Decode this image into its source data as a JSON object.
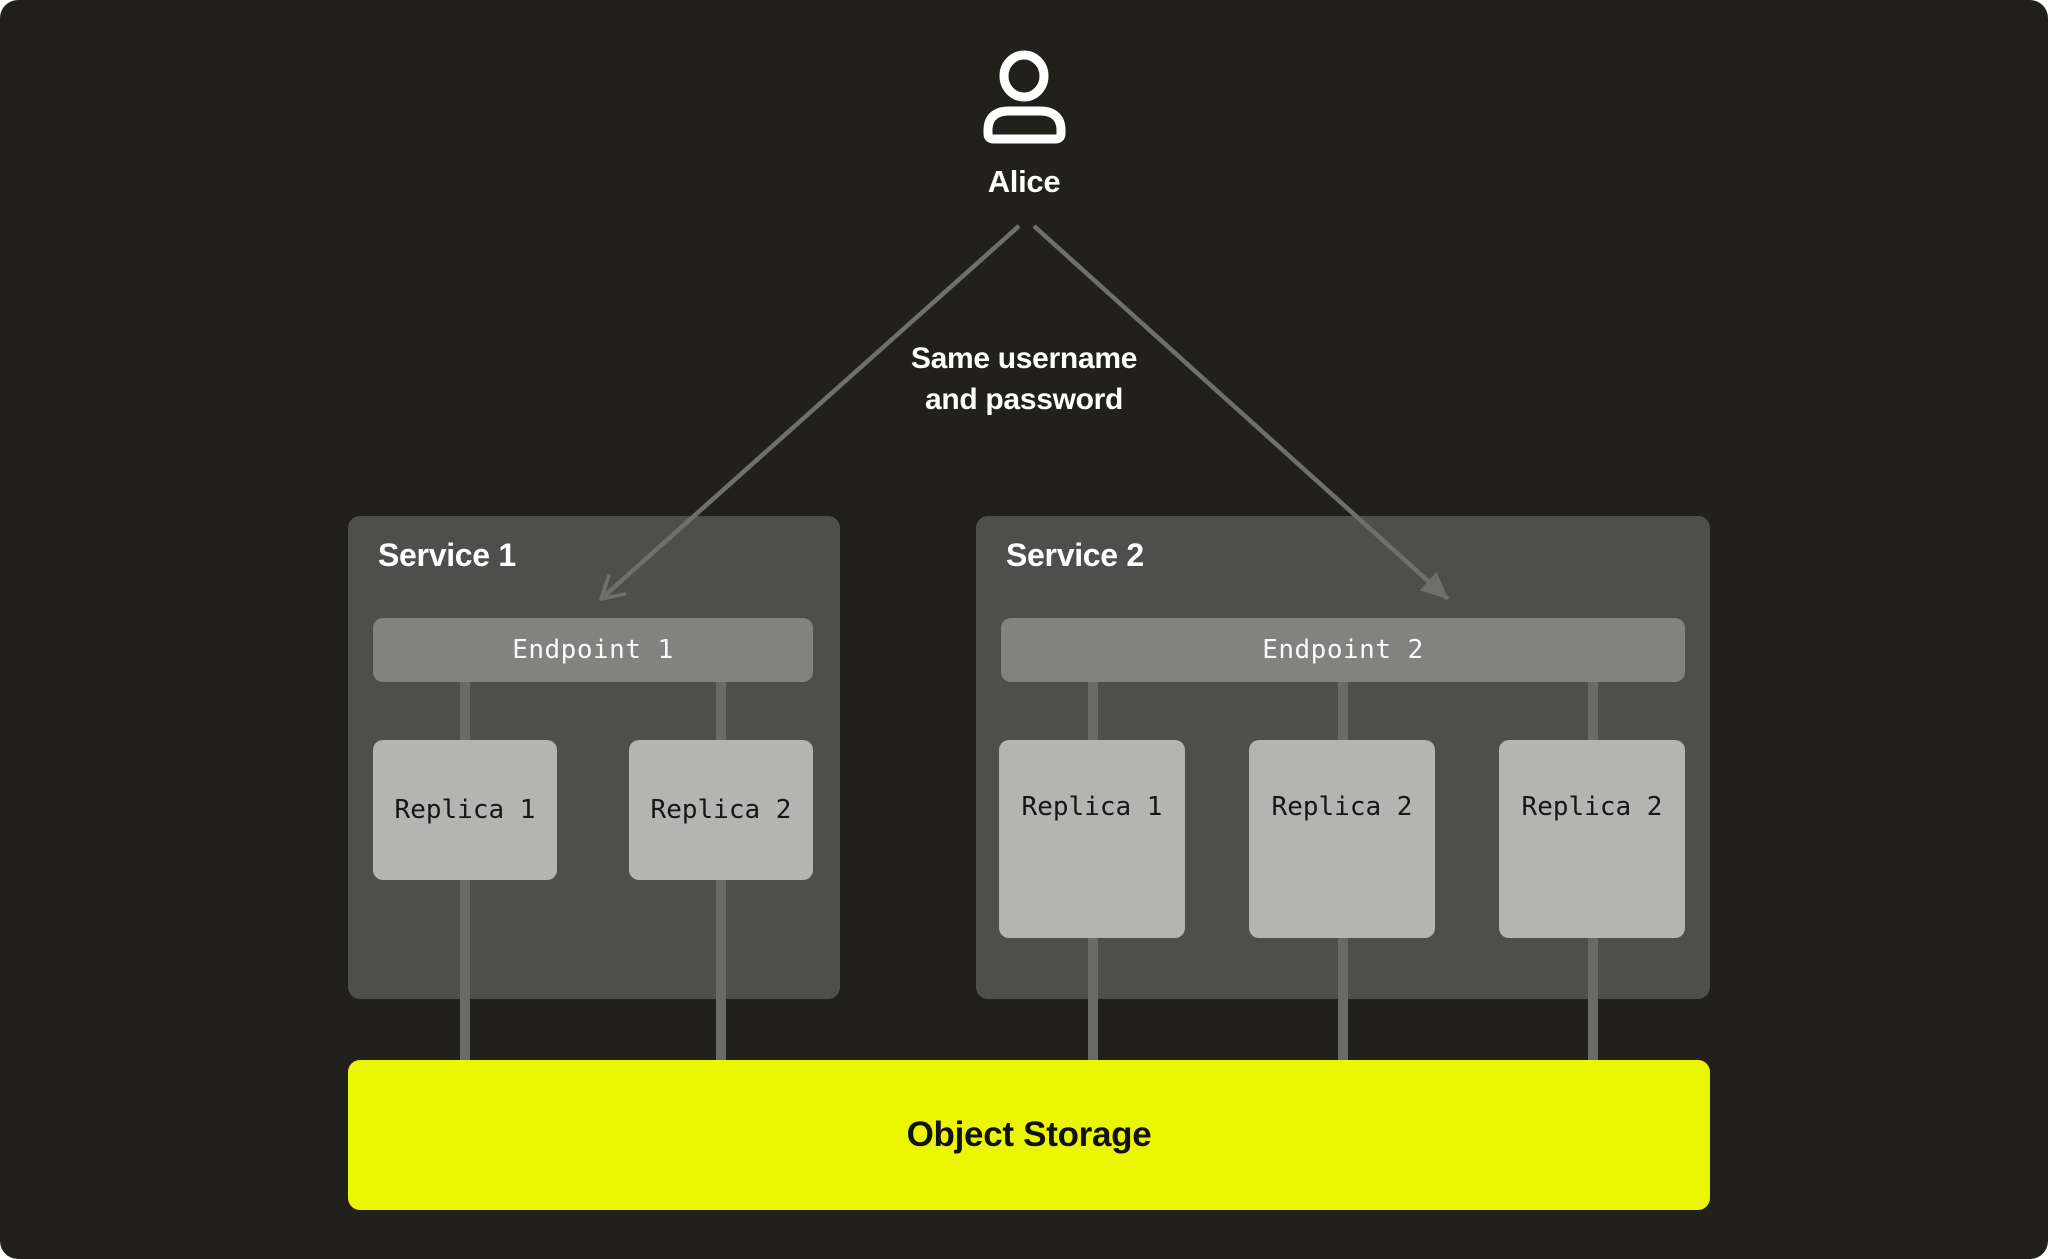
{
  "user": {
    "name": "Alice"
  },
  "annotation": {
    "line1": "Same username",
    "line2": "and password"
  },
  "services": [
    {
      "title": "Service 1",
      "endpoint": "Endpoint 1",
      "replicas": [
        "Replica 1",
        "Replica 2"
      ]
    },
    {
      "title": "Service 2",
      "endpoint": "Endpoint 2",
      "replicas": [
        "Replica 1",
        "Replica 2",
        "Replica 2"
      ]
    }
  ],
  "storage": {
    "label": "Object Storage"
  },
  "icons": {
    "user": "person-icon"
  },
  "colors": {
    "background": "#21201c",
    "panel": "#4e4e4c",
    "endpoint": "#828280",
    "replica": "#b4b4b2",
    "connector": "#6a6a68",
    "arrow": "#6f6f6d",
    "storage": "#ebf702",
    "text_light": "#ffffff",
    "text_dark": "#161616"
  }
}
